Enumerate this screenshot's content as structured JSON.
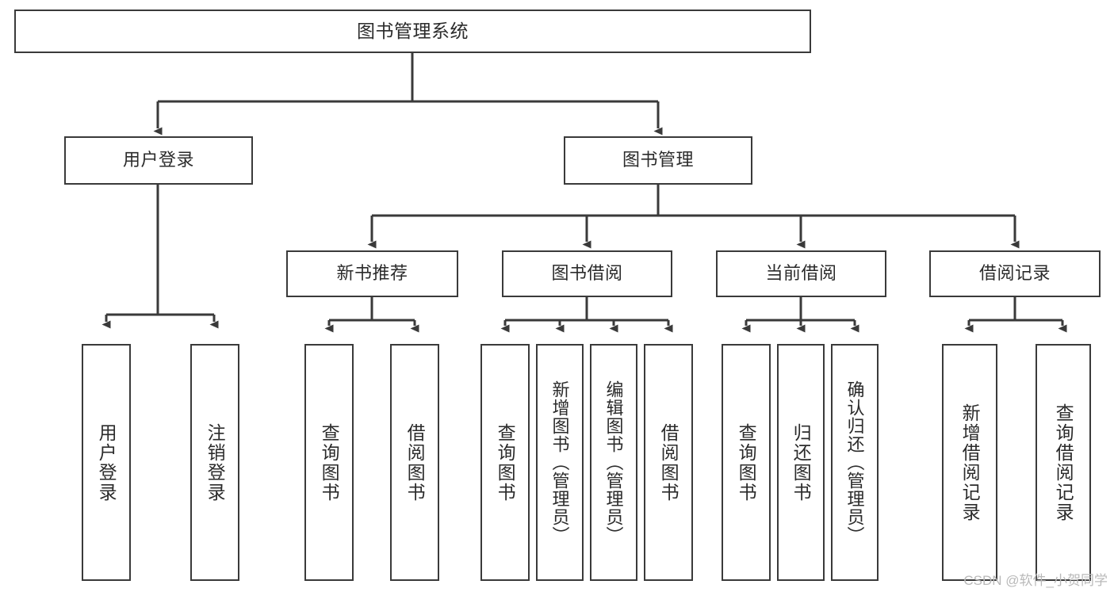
{
  "diagram": {
    "type": "tree-hierarchy-diagram",
    "title": "图书管理系统",
    "stroke_color": "#3a3a3a",
    "text_color": "#2b2b2b",
    "background": "#ffffff"
  },
  "nodes": {
    "root": {
      "label": "图书管理系统",
      "level": 0
    },
    "level1": [
      {
        "id": "user-login",
        "label": "用户登录"
      },
      {
        "id": "book-management",
        "label": "图书管理"
      }
    ],
    "level2": [
      {
        "id": "new-book-recommend",
        "label": "新书推荐"
      },
      {
        "id": "book-borrow",
        "label": "图书借阅"
      },
      {
        "id": "current-borrow",
        "label": "当前借阅"
      },
      {
        "id": "borrow-record",
        "label": "借阅记录"
      }
    ],
    "leaves": {
      "user-login": [
        {
          "id": "leaf-user-login",
          "label": "用户登录"
        },
        {
          "id": "leaf-logout",
          "label": "注销登录"
        }
      ],
      "new-book-recommend": [
        {
          "id": "leaf-query-book-1",
          "label": "查询图书"
        },
        {
          "id": "leaf-borrow-book-1",
          "label": "借阅图书"
        }
      ],
      "book-borrow": [
        {
          "id": "leaf-query-book-2",
          "label": "查询图书"
        },
        {
          "id": "leaf-add-book",
          "label": "新增图书（管理员）"
        },
        {
          "id": "leaf-edit-book",
          "label": "编辑图书（管理员）"
        },
        {
          "id": "leaf-borrow-book-2",
          "label": "借阅图书"
        }
      ],
      "current-borrow": [
        {
          "id": "leaf-query-book-3",
          "label": "查询图书"
        },
        {
          "id": "leaf-return-book",
          "label": "归还图书"
        },
        {
          "id": "leaf-confirm-return",
          "label": "确认归还（管理员）"
        }
      ],
      "borrow-record": [
        {
          "id": "leaf-add-record",
          "label": "新增借阅记录"
        },
        {
          "id": "leaf-query-record",
          "label": "查询借阅记录"
        }
      ]
    }
  },
  "watermark": {
    "text": "CSDN @软件_小贺同学"
  }
}
